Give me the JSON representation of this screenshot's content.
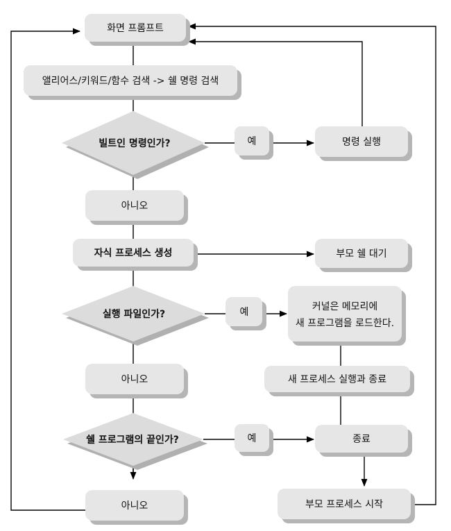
{
  "nodes": {
    "prompt": "화면 프롬프트",
    "search": "앨리어스/키워드/함수 검색 -> 쉘 명령 검색",
    "builtin_q": "빌트인 명령인가?",
    "yes1": "예",
    "run_cmd": "명령 실행",
    "no1": "아니오",
    "fork": "자식 프로세스 생성",
    "parent_wait": "부모 쉘 대기",
    "exec_q": "실행 파일인가?",
    "yes2": "예",
    "kernel_load_1": "커널은 메모리에",
    "kernel_load_2": "새 프로그램을 로드한다.",
    "no2": "아니오",
    "new_proc": "새 프로세스 실행과 종료",
    "end_q": "쉘 프로그램의 끝인가?",
    "yes3": "예",
    "exit": "종료",
    "no3": "아니오",
    "parent_start": "부모 프로세스 시작"
  }
}
